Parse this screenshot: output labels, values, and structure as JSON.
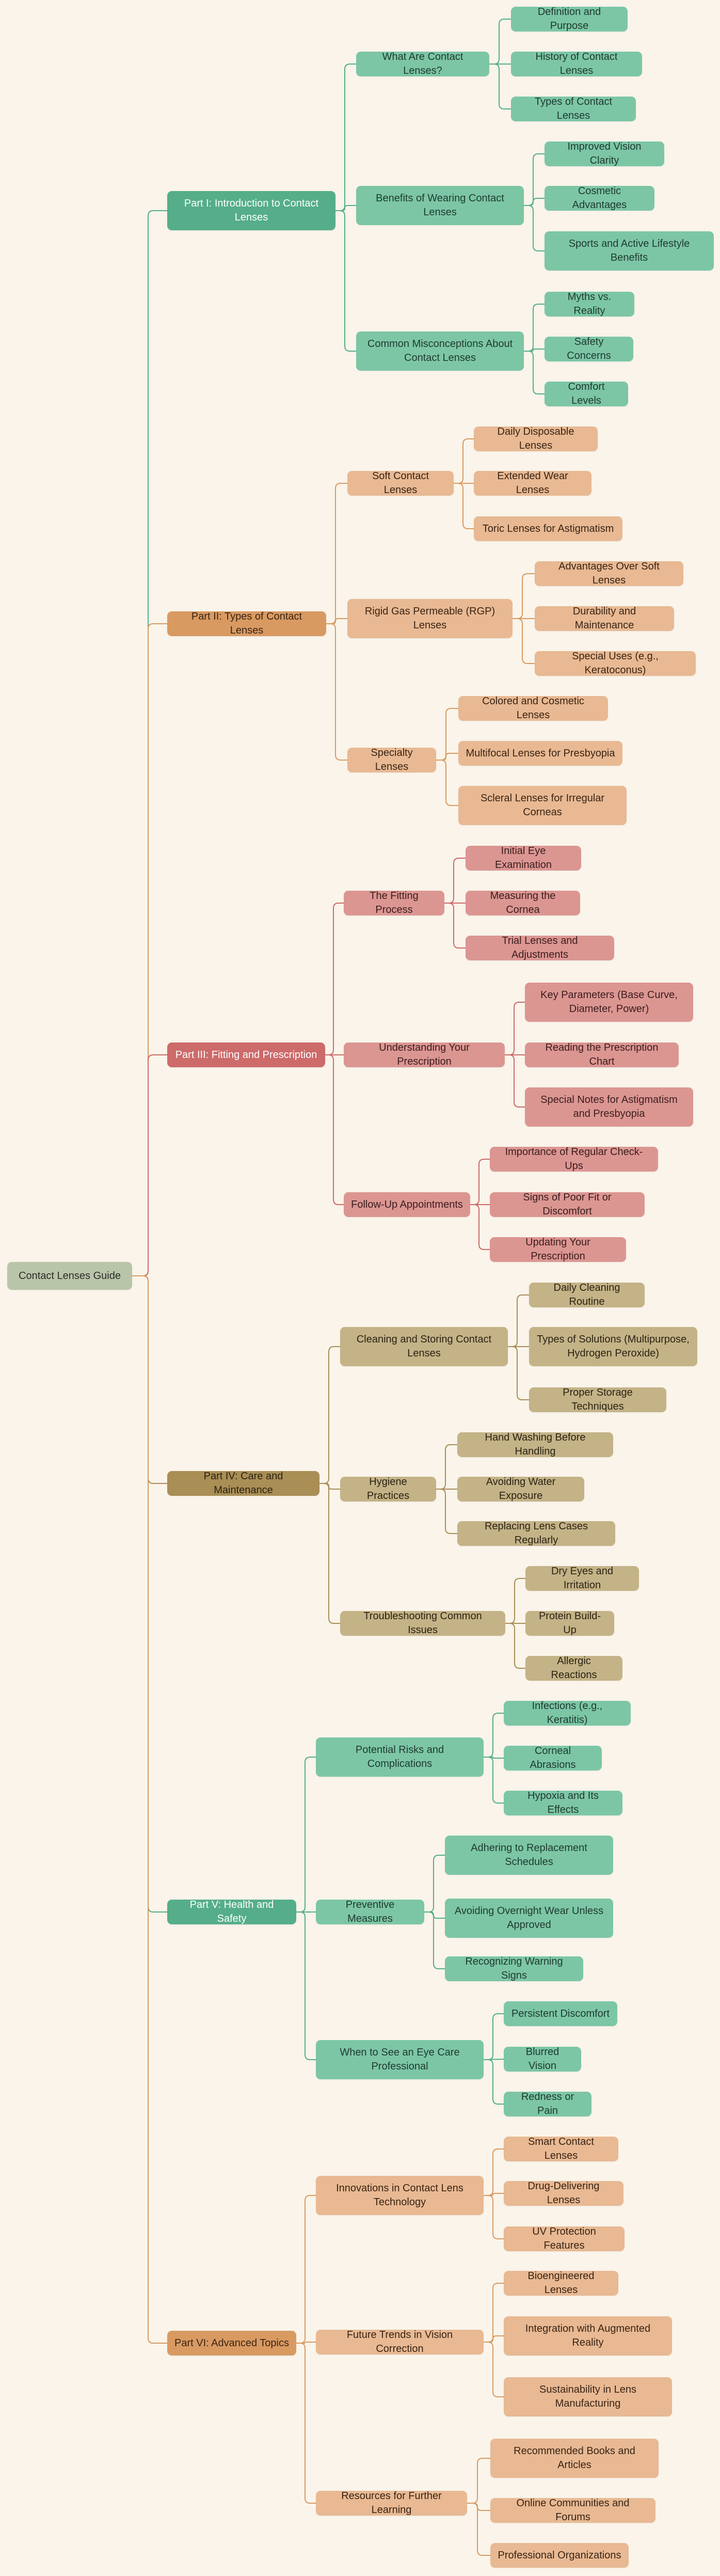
{
  "colors": {
    "background": "#faf4ea",
    "part1": "#55ae89",
    "part2": "#d99a62",
    "part3": "#cd6a6a",
    "part4": "#a98e55",
    "part5": "#55ae89",
    "part6": "#d99a62"
  },
  "root": {
    "label": "Contact Lenses Guide"
  },
  "parts": [
    {
      "label": "Part I: Introduction to Contact Lenses",
      "topics": [
        {
          "label": "What Are Contact Lenses?",
          "items": [
            "Definition and Purpose",
            "History of Contact Lenses",
            "Types of Contact Lenses"
          ]
        },
        {
          "label": "Benefits of Wearing Contact Lenses",
          "items": [
            "Improved Vision Clarity",
            "Cosmetic Advantages",
            "Sports and Active Lifestyle Benefits"
          ]
        },
        {
          "label": "Common Misconceptions About Contact Lenses",
          "items": [
            "Myths vs. Reality",
            "Safety Concerns",
            "Comfort Levels"
          ]
        }
      ]
    },
    {
      "label": "Part II: Types of Contact Lenses",
      "topics": [
        {
          "label": "Soft Contact Lenses",
          "items": [
            "Daily Disposable Lenses",
            "Extended Wear Lenses",
            "Toric Lenses for Astigmatism"
          ]
        },
        {
          "label": "Rigid Gas Permeable (RGP) Lenses",
          "items": [
            "Advantages Over Soft Lenses",
            "Durability and Maintenance",
            "Special Uses (e.g., Keratoconus)"
          ]
        },
        {
          "label": "Specialty Lenses",
          "items": [
            "Colored and Cosmetic Lenses",
            "Multifocal Lenses for Presbyopia",
            "Scleral Lenses for Irregular Corneas"
          ]
        }
      ]
    },
    {
      "label": "Part III: Fitting and Prescription",
      "topics": [
        {
          "label": "The Fitting Process",
          "items": [
            "Initial Eye Examination",
            "Measuring the Cornea",
            "Trial Lenses and Adjustments"
          ]
        },
        {
          "label": "Understanding Your Prescription",
          "items": [
            "Key Parameters (Base Curve, Diameter, Power)",
            "Reading the Prescription Chart",
            "Special Notes for Astigmatism and Presbyopia"
          ]
        },
        {
          "label": "Follow-Up Appointments",
          "items": [
            "Importance of Regular Check-Ups",
            "Signs of Poor Fit or Discomfort",
            "Updating Your Prescription"
          ]
        }
      ]
    },
    {
      "label": "Part IV: Care and Maintenance",
      "topics": [
        {
          "label": "Cleaning and Storing Contact Lenses",
          "items": [
            "Daily Cleaning Routine",
            "Types of Solutions (Multipurpose, Hydrogen Peroxide)",
            "Proper Storage Techniques"
          ]
        },
        {
          "label": "Hygiene Practices",
          "items": [
            "Hand Washing Before Handling",
            "Avoiding Water Exposure",
            "Replacing Lens Cases Regularly"
          ]
        },
        {
          "label": "Troubleshooting Common Issues",
          "items": [
            "Dry Eyes and Irritation",
            "Protein Build-Up",
            "Allergic Reactions"
          ]
        }
      ]
    },
    {
      "label": "Part V: Health and Safety",
      "topics": [
        {
          "label": "Potential Risks and Complications",
          "items": [
            "Infections (e.g., Keratitis)",
            "Corneal Abrasions",
            "Hypoxia and Its Effects"
          ]
        },
        {
          "label": "Preventive Measures",
          "items": [
            "Adhering to Replacement Schedules",
            "Avoiding Overnight Wear Unless Approved",
            "Recognizing Warning Signs"
          ]
        },
        {
          "label": "When to See an Eye Care Professional",
          "items": [
            "Persistent Discomfort",
            "Blurred Vision",
            "Redness or Pain"
          ]
        }
      ]
    },
    {
      "label": "Part VI: Advanced Topics",
      "topics": [
        {
          "label": "Innovations in Contact Lens Technology",
          "items": [
            "Smart Contact Lenses",
            "Drug-Delivering Lenses",
            "UV Protection Features"
          ]
        },
        {
          "label": "Future Trends in Vision Correction",
          "items": [
            "Bioengineered Lenses",
            "Integration with Augmented Reality",
            "Sustainability in Lens Manufacturing"
          ]
        },
        {
          "label": "Resources for Further Learning",
          "items": [
            "Recommended Books and Articles",
            "Online Communities and Forums",
            "Professional Organizations"
          ]
        }
      ]
    }
  ]
}
